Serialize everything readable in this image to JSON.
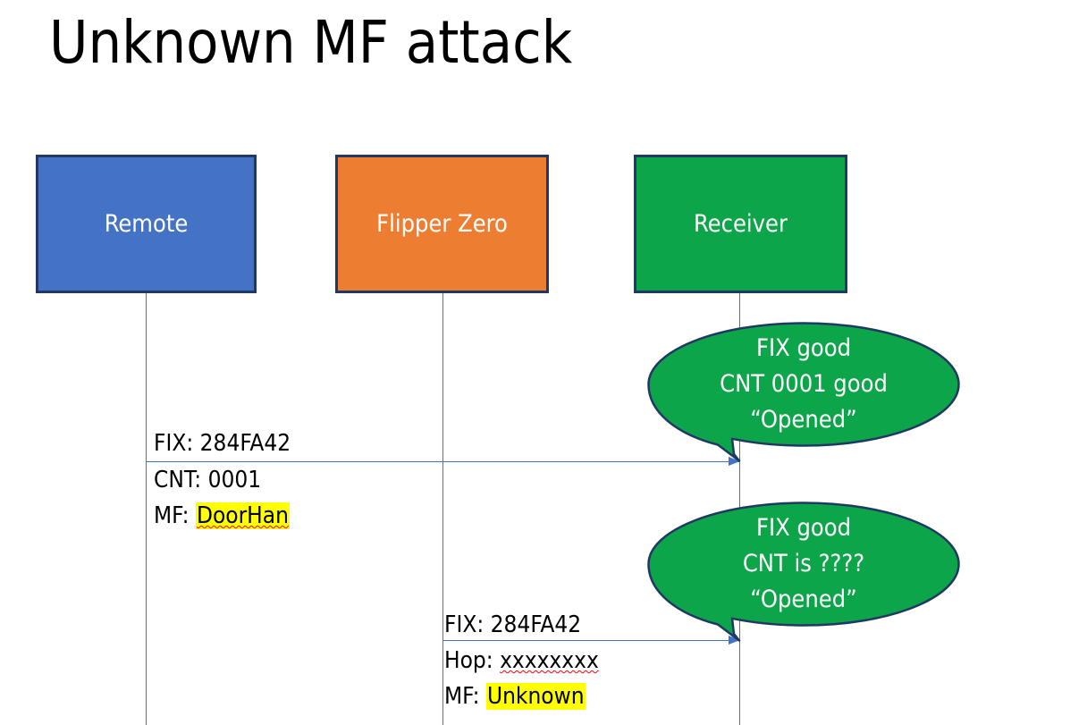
{
  "slide": {
    "title": "Unknown MF attack",
    "background": "#FFFFFF"
  },
  "colors": {
    "remote_fill": "#4472C4",
    "flipper_fill": "#ED7D31",
    "receiver_fill": "#0CA54A",
    "box_border": "#1F3864",
    "line": "#4472C4",
    "highlight": "#FFFF00",
    "spellcheck": "#FF0000",
    "text_on_fill": "#FFFFFF",
    "text": "#000000"
  },
  "actors": [
    {
      "id": "remote",
      "label": "Remote"
    },
    {
      "id": "flipper",
      "label": "Flipper Zero"
    },
    {
      "id": "receiver",
      "label": "Receiver"
    }
  ],
  "messages": [
    {
      "id": "remote-to-receiver",
      "from": "remote",
      "to": "receiver",
      "label_above": "FIX: 284FA42",
      "label_below_line1_prefix": "CNT: 0001",
      "label_below_line2_prefix": "MF: ",
      "label_below_line2_value": "DoorHan",
      "value_highlighted": true,
      "value_spellchecked": true
    },
    {
      "id": "flipper-to-receiver",
      "from": "flipper",
      "to": "receiver",
      "label_above": "FIX: 284FA42",
      "label_below_line1_prefix": "Hop: ",
      "label_below_line1_value": "xxxxxxxx",
      "label_below_line2_prefix": "MF: ",
      "label_below_line2_value": "Unknown",
      "value_highlighted": true,
      "value_spellchecked": true
    }
  ],
  "bubbles": [
    {
      "id": "receiver-response-1",
      "line1": "FIX good",
      "line2": "CNT 0001 good",
      "line3": "“Opened”"
    },
    {
      "id": "receiver-response-2",
      "line1": "FIX good",
      "line2": "CNT is ????",
      "line3": "“Opened”"
    }
  ]
}
